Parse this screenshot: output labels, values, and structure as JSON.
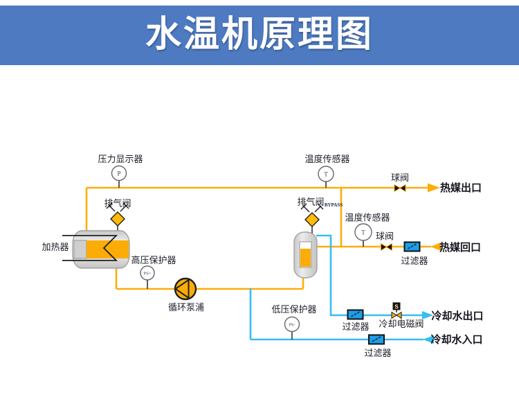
{
  "title": "水温机原理图",
  "labels": {
    "pressure_display": "压力显示器",
    "exhaust_valve_left": "排气阀",
    "heater": "加热器",
    "high_pressure_protector": "高压保护器",
    "circulation_pump": "循环泵浦",
    "temp_sensor_top": "温度传感器",
    "ball_valve_top": "球阀",
    "hot_media_outlet": "热媒出口",
    "exhaust_valve_right": "排气阀",
    "bypass": "BYPASS",
    "temp_sensor_mid": "温度传感器",
    "ball_valve_mid": "球阀",
    "filter_return": "过滤器",
    "hot_media_return": "热媒回口",
    "low_pressure_protector": "低压保护器",
    "filter_outlet": "过滤器",
    "cooling_solenoid_valve": "冷却电磁阀",
    "cooling_water_outlet": "冷却水出口",
    "cooling_water_inlet": "冷却水入口",
    "filter_inlet": "过滤器"
  },
  "symbols": {
    "pressure": "P",
    "temperature": "T",
    "high_pressure": "PS+",
    "low_pressure": "PS-",
    "solenoid": "S"
  },
  "colors": {
    "banner_blue": "#4d7ac1",
    "hot_pipe_orange": "#ffad0a",
    "cold_pipe_cyan": "#35bef0",
    "filter_blue": "#1e9ee9",
    "tank_gray": "#d9d9d9",
    "valve_yellow": "#fbac07"
  }
}
